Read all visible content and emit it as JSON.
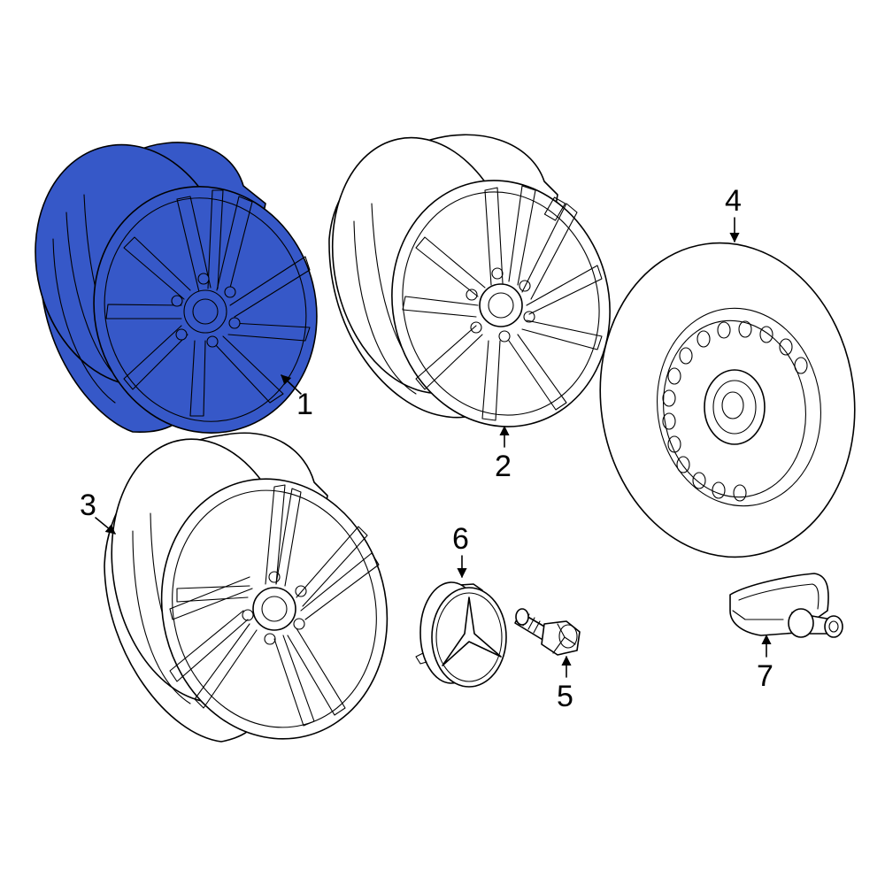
{
  "diagram": {
    "callouts": [
      {
        "id": "1",
        "text": "1"
      },
      {
        "id": "2",
        "text": "2"
      },
      {
        "id": "3",
        "text": "3"
      },
      {
        "id": "4",
        "text": "4"
      },
      {
        "id": "5",
        "text": "5"
      },
      {
        "id": "6",
        "text": "6"
      },
      {
        "id": "7",
        "text": "7"
      }
    ],
    "parts": [
      {
        "id": "1",
        "icon": "wheel-10-spoke-icon",
        "highlighted": true
      },
      {
        "id": "2",
        "icon": "wheel-10-spoke-icon",
        "highlighted": false
      },
      {
        "id": "3",
        "icon": "wheel-5-double-spoke-icon",
        "highlighted": false
      },
      {
        "id": "4",
        "icon": "spare-tire-steel-wheel-icon",
        "highlighted": false
      },
      {
        "id": "5",
        "icon": "wheel-bolt-icon",
        "highlighted": false
      },
      {
        "id": "6",
        "icon": "center-cap-star-icon",
        "highlighted": false
      },
      {
        "id": "7",
        "icon": "tpms-sensor-icon",
        "highlighted": false
      }
    ],
    "colors": {
      "highlight": "#3658c8",
      "line": "#000000",
      "background": "#ffffff"
    }
  }
}
